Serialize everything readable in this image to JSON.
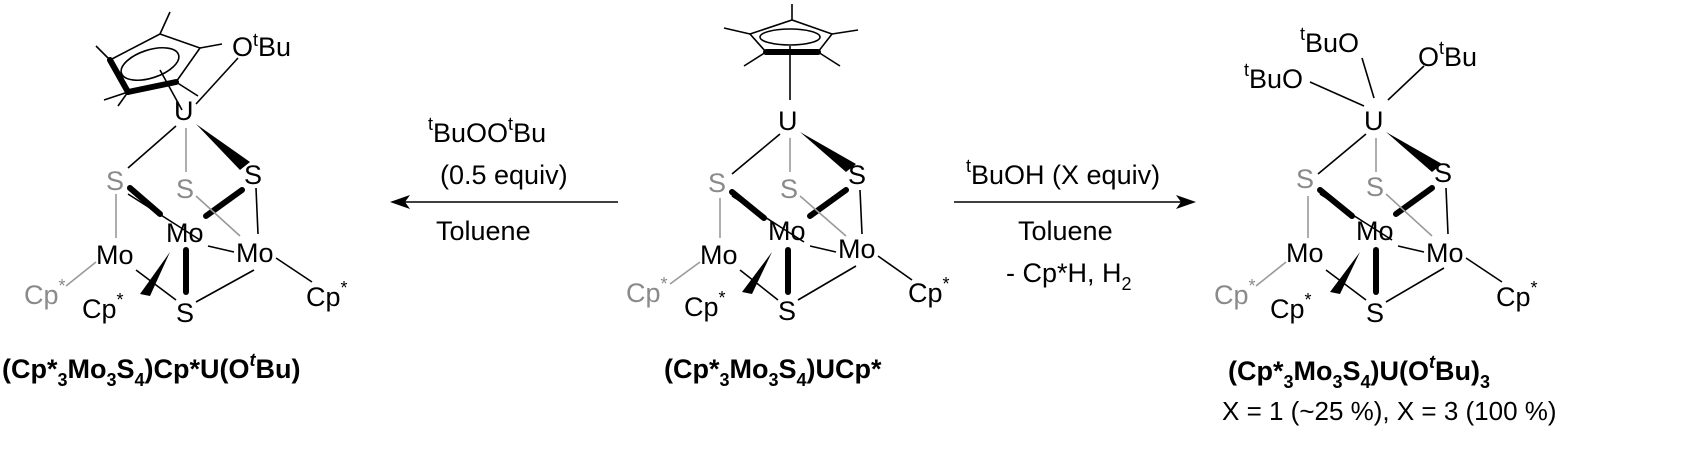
{
  "left": {
    "atoms": {
      "U": "U",
      "S": "S",
      "Mo": "Mo",
      "Cp": "Cp",
      "star": "*",
      "O": "O",
      "t": "t",
      "Bu": "Bu"
    },
    "label": {
      "a": "(Cp*",
      "s1": "3",
      "b": "Mo",
      "s2": "3",
      "c": "S",
      "s3": "4",
      "d": ")Cp*U(O",
      "t": "t",
      "e": "Bu)"
    }
  },
  "arrow_left": {
    "reagent": {
      "pre": "t",
      "main": "BuOO",
      "mid": "t",
      "end": "Bu"
    },
    "amount": "(0.5 equiv)",
    "solvent": "Toluene"
  },
  "center": {
    "atoms": {
      "U": "U",
      "S": "S",
      "Mo": "Mo",
      "Cp": "Cp",
      "star": "*"
    },
    "label": {
      "a": "(Cp*",
      "s1": "3",
      "b": "Mo",
      "s2": "3",
      "c": "S",
      "s3": "4",
      "d": ")UCp*"
    }
  },
  "arrow_right": {
    "reagent": {
      "pre": "t",
      "main": "BuOH (X equiv)"
    },
    "solvent": "Toluene",
    "byproduct": {
      "main": "- Cp*H, H",
      "sub": "2"
    }
  },
  "right": {
    "atoms": {
      "U": "U",
      "S": "S",
      "Mo": "Mo",
      "Cp": "Cp",
      "star": "*",
      "O": "O",
      "t": "t",
      "Bu": "Bu"
    },
    "label": {
      "a": "(Cp*",
      "s1": "3",
      "b": "Mo",
      "s2": "3",
      "c": "S",
      "s3": "4",
      "d": ")U(O",
      "t": "t",
      "e": "Bu)",
      "s4": "3"
    },
    "yield": "X = 1 (~25 %), X = 3 (100 %)"
  }
}
